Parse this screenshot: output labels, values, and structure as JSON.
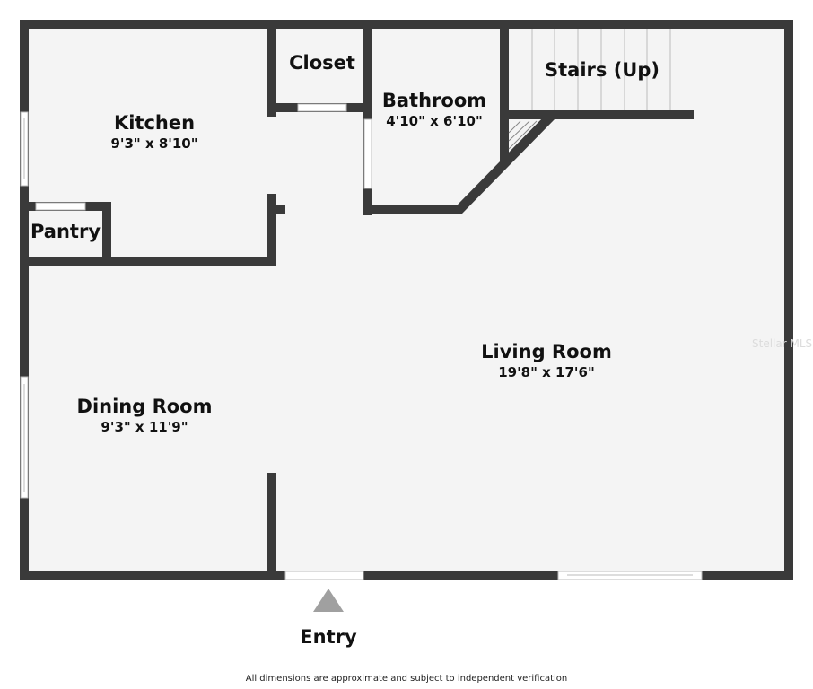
{
  "rooms": [
    {
      "name": "Kitchen",
      "dimensions": "9'3\" x 8'10\""
    },
    {
      "name": "Closet"
    },
    {
      "name": "Bathroom",
      "dimensions": "4'10\" x 6'10\""
    },
    {
      "name": "Stairs (Up)"
    },
    {
      "name": "Pantry"
    },
    {
      "name": "Living Room",
      "dimensions": "19'8\" x 17'6\""
    },
    {
      "name": "Dining Room",
      "dimensions": "9'3\" x 11'9\""
    }
  ],
  "entry_label": "Entry",
  "disclaimer": "All dimensions are approximate and subject to independent verification",
  "watermark": "Stellar MLS",
  "colors": {
    "wall": "#3a3a3a",
    "floor": "#f4f4f4",
    "entry_arrow": "#a0a0a0"
  }
}
